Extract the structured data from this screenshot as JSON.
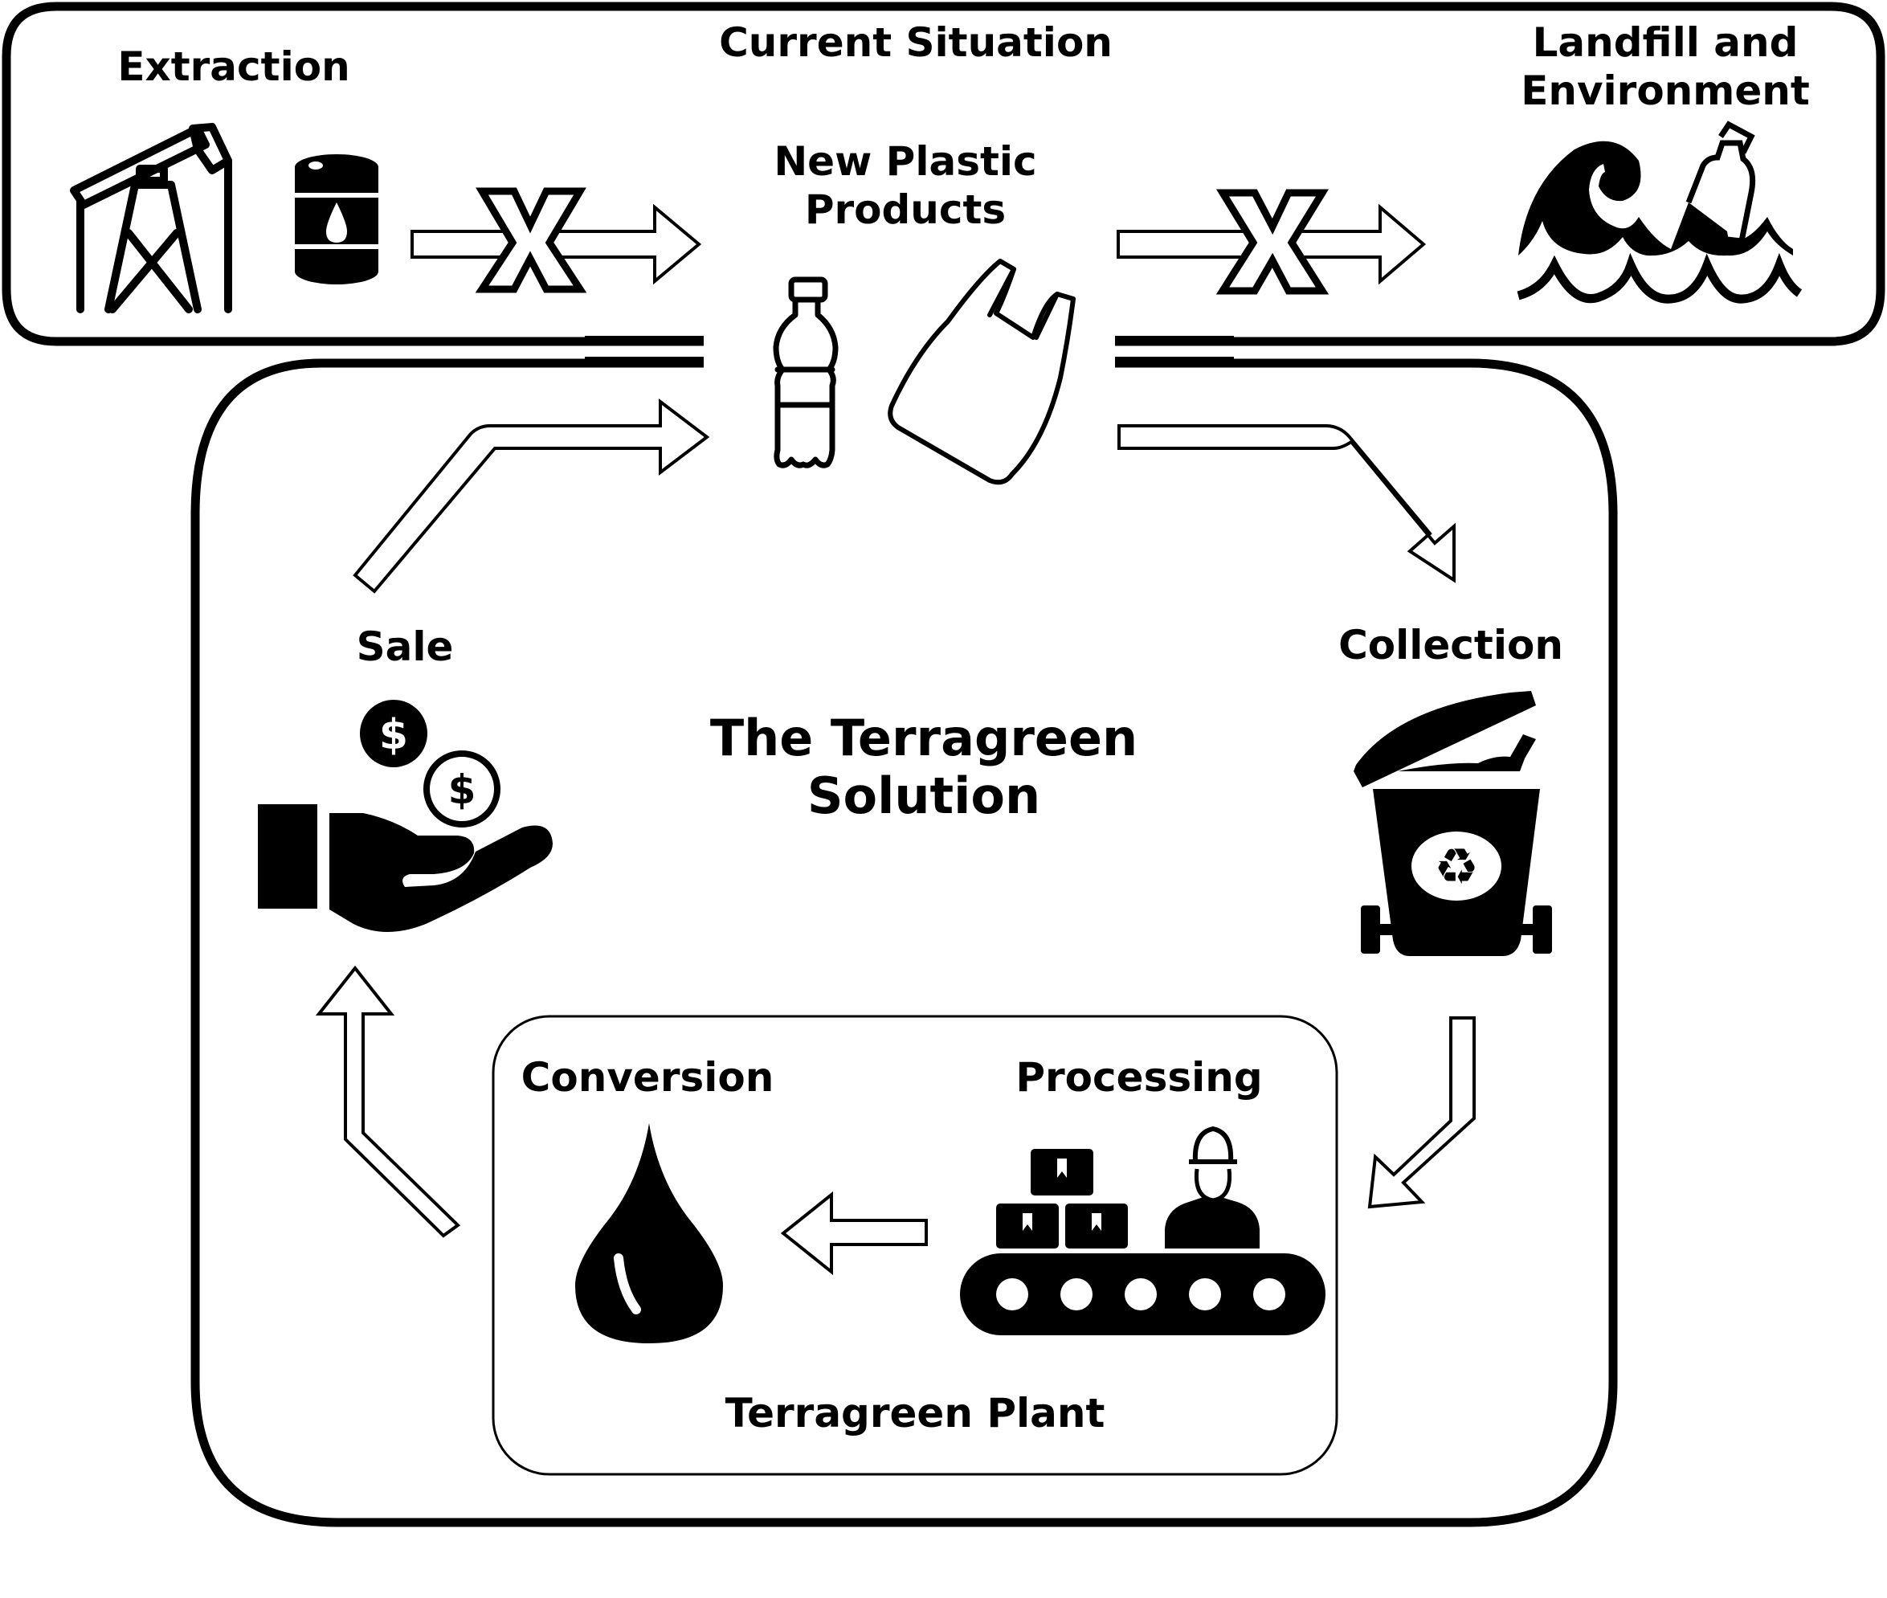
{
  "diagram": {
    "sections": {
      "current": {
        "title": "Current Situation",
        "stages": {
          "extraction": "Extraction",
          "products_line1": "New Plastic",
          "products_line2": "Products",
          "landfill_line1": "Landfill and",
          "landfill_line2": "Environment"
        },
        "blocked_flows": [
          "Extraction → New Plastic Products",
          "New Plastic Products → Landfill and Environment"
        ]
      },
      "solution": {
        "title_line1": "The Terragreen",
        "title_line2": "Solution",
        "stages": {
          "sale": "Sale",
          "collection": "Collection",
          "processing": "Processing",
          "conversion": "Conversion"
        },
        "plant_label": "Terragreen Plant",
        "cycle": [
          "New Plastic Products",
          "Collection",
          "Processing",
          "Conversion",
          "Sale",
          "New Plastic Products"
        ]
      }
    },
    "blocked_marker": "X",
    "icons": {
      "extraction": [
        "oil-pump-jack-icon",
        "oil-barrel-icon"
      ],
      "products": [
        "plastic-bottle-icon",
        "plastic-bag-icon"
      ],
      "landfill": "wave-with-bottle-icon",
      "collection": "recycling-bin-icon",
      "processing": "conveyor-worker-icon",
      "conversion": "oil-drop-icon",
      "sale": "hand-with-coins-icon"
    },
    "colors": {
      "ink": "#000000",
      "background": "#ffffff",
      "bag_stroke": "#3a3a3a"
    }
  }
}
